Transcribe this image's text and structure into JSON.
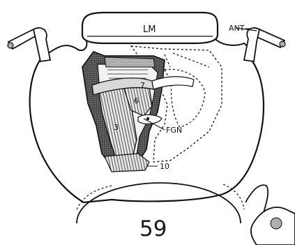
{
  "figure": {
    "number": "59",
    "labels": {
      "lm": "LM",
      "ant": "ANT",
      "muscle_7": "7",
      "muscle_6": "6",
      "muscle_3": "3",
      "fgn": "FGN",
      "muscle_10": "10"
    }
  }
}
